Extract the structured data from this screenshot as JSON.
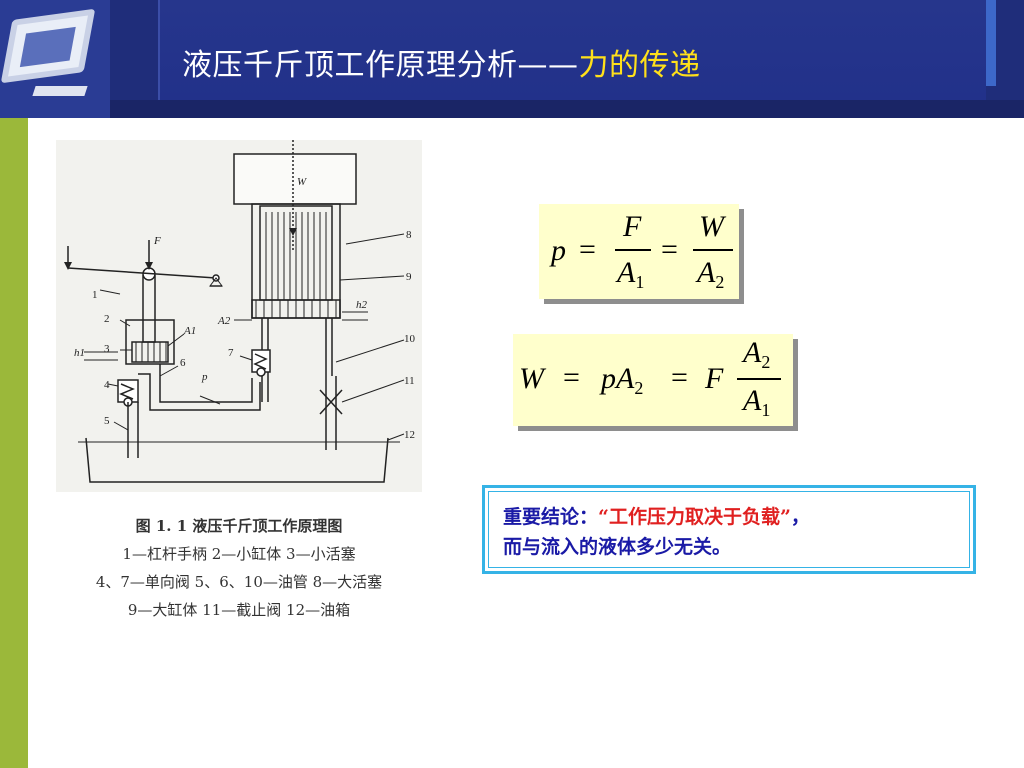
{
  "header": {
    "title_main": "液压千斤顶工作原理分析——",
    "title_accent": "力的传递"
  },
  "figure": {
    "labels": {
      "W": "W",
      "F": "F",
      "A1": "A1",
      "A2": "A2",
      "h1": "h1",
      "h2": "h2",
      "p": "p",
      "n1": "1",
      "n2": "2",
      "n3": "3",
      "n4": "4",
      "n5": "5",
      "n6": "6",
      "n7": "7",
      "n8": "8",
      "n9": "9",
      "n10": "10",
      "n11": "11",
      "n12": "12"
    },
    "caption": {
      "title": "图 1. 1   液压千斤顶工作原理图",
      "line1": "1—杠杆手柄  2—小缸体  3—小活塞",
      "line2": "4、7—单向阀  5、6、10—油管  8—大活塞",
      "line3": "9—大缸体  11—截止阀  12—油箱"
    }
  },
  "formula1": {
    "lhs": "p",
    "eq": "=",
    "num1": "F",
    "den1": "A",
    "den1_sub": "1",
    "num2": "W",
    "den2": "A",
    "den2_sub": "2"
  },
  "formula2": {
    "lhs": "W",
    "eq": "=",
    "mid": "pA",
    "mid_sub": "2",
    "f": "F",
    "num": "A",
    "num_sub": "2",
    "den": "A",
    "den_sub": "1"
  },
  "conclusion": {
    "prefix": "重要结论：",
    "quote": "“工作压力取决于负载”",
    "comma": "，",
    "line2": "而与流入的液体多少无关。"
  },
  "colors": {
    "header_bg": "#1f2d7a",
    "title_accent": "#ffe01a",
    "sidebar": "#9bb83a",
    "formula_bg": "#ffffcc",
    "conclusion_border": "#35b3e6",
    "conclusion_text": "#1a1aa6",
    "conclusion_emphasis": "#e02020"
  }
}
